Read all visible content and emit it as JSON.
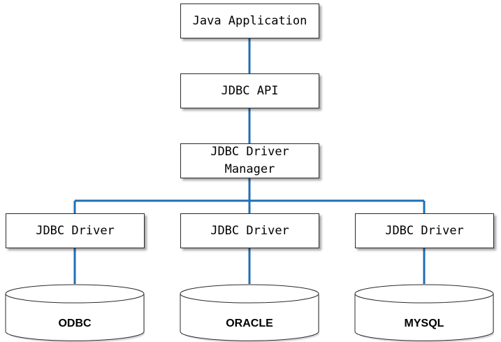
{
  "diagram": {
    "nodes": {
      "java_app": "Java Application",
      "jdbc_api": "JDBC API",
      "driver_manager": "JDBC Driver\nManager",
      "driver_1": "JDBC Driver",
      "driver_2": "JDBC Driver",
      "driver_3": "JDBC Driver"
    },
    "databases": [
      "ODBC",
      "ORACLE",
      "MYSQL"
    ],
    "colors": {
      "connector": "#1f6fb5",
      "box_border": "#2b2b2b",
      "box_fill": "#ffffff",
      "text": "#000000"
    }
  }
}
